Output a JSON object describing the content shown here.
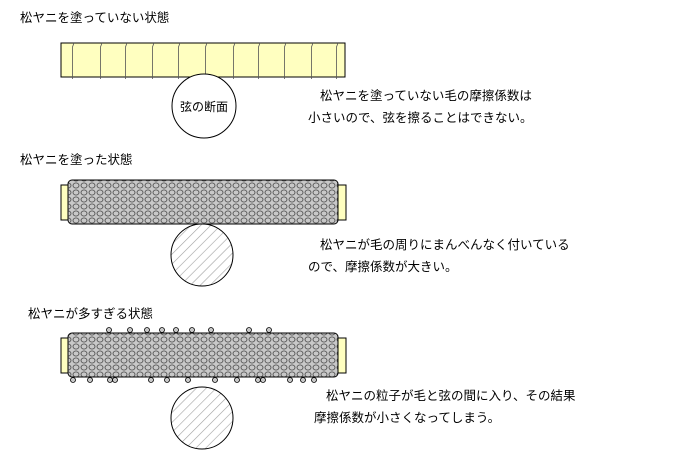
{
  "sections": [
    {
      "heading": "松ヤニを塗っていない状態",
      "cross_section_label": "弦の断面",
      "description": [
        "松ヤニを塗っていない毛の摩擦係数は",
        "小さいので、弦を擦ることはできない。"
      ]
    },
    {
      "heading": "松ヤニを塗った状態",
      "description": [
        "松ヤニが毛の周りにまんべんなく付いている",
        "ので、摩擦係数が大きい。"
      ]
    },
    {
      "heading": "松ヤニが多すぎる状態",
      "description": [
        "松ヤニの粒子が毛と弦の間に入り、その結果",
        "摩擦係数が小さくなってしまう。"
      ]
    }
  ],
  "colors": {
    "hair": "#ffffc0",
    "rosin_fill": "#c8c8c8",
    "outline": "#000000",
    "string_hatch": "#a0a0a0"
  }
}
